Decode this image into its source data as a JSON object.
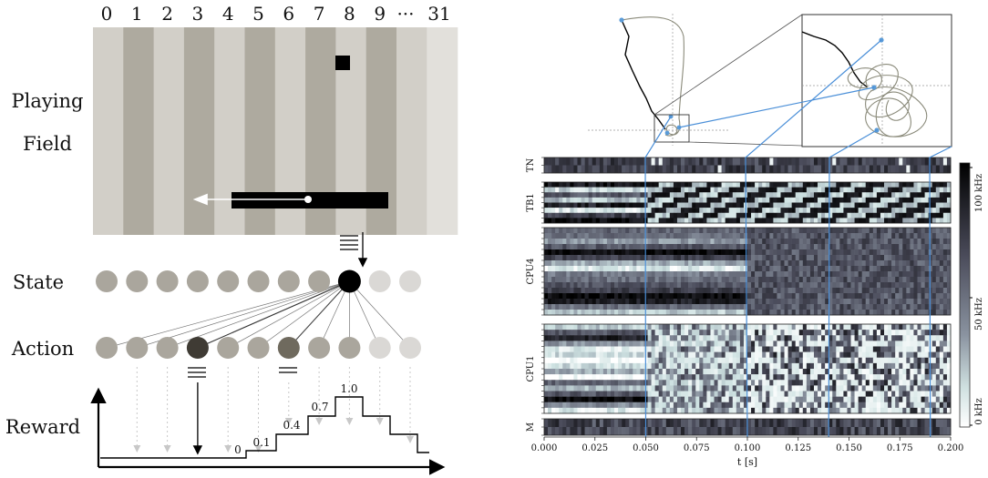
{
  "left_panel": {
    "column_numbers": [
      "0",
      "1",
      "2",
      "3",
      "4",
      "5",
      "6",
      "7",
      "8",
      "9"
    ],
    "ellipsis": "···",
    "last_column": "31",
    "row_labels": {
      "playing_field_line1": "Playing",
      "playing_field_line2": "Field",
      "state": "State",
      "action": "Action",
      "reward": "Reward"
    },
    "state_active_index": 8,
    "action_dark_indices": [
      3,
      6
    ],
    "reward_values": [
      "0",
      "0.1",
      "0.4",
      "0.7",
      "1.0"
    ]
  },
  "right_panel": {
    "raster_rows": [
      {
        "label": "TN"
      },
      {
        "label": "TB1"
      },
      {
        "label": "CPU4"
      },
      {
        "label": "CPU1"
      },
      {
        "label": "M"
      }
    ],
    "x_axis": {
      "label": "t [s]",
      "ticks": [
        "0.000",
        "0.025",
        "0.050",
        "0.075",
        "0.100",
        "0.125",
        "0.150",
        "0.175",
        "0.200"
      ]
    },
    "colorbar": {
      "ticks": [
        "100 kHz",
        "50 kHz",
        "0 kHz"
      ],
      "colors": {
        "high": "#000000",
        "low": "#ffffff",
        "mid": "#7a7f8c"
      }
    },
    "link_line_color": "#4a8fd8",
    "link_times": [
      0.05,
      0.1,
      0.14,
      0.19
    ]
  }
}
